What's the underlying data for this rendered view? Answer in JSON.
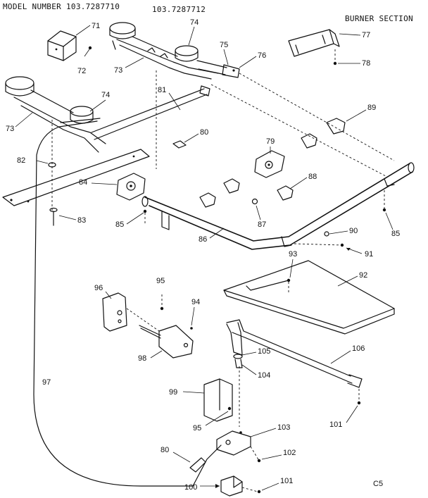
{
  "header": {
    "model_label": "MODEL NUMBER 103.7287710",
    "model_alt": "103.7287712",
    "section_title": "BURNER SECTION",
    "footer_code": "C5"
  },
  "callouts": {
    "p71": "71",
    "p72": "72",
    "p73a": "73",
    "p73b": "73",
    "p74a": "74",
    "p74b": "74",
    "p75": "75",
    "p76": "76",
    "p77": "77",
    "p78": "78",
    "p79": "79",
    "p80a": "80",
    "p80b": "80",
    "p81": "81",
    "p82": "82",
    "p83": "83",
    "p84": "84",
    "p85a": "85",
    "p85b": "85",
    "p86": "86",
    "p87": "87",
    "p88": "88",
    "p89": "89",
    "p90": "90",
    "p91": "91",
    "p92": "92",
    "p93": "93",
    "p94": "94",
    "p95a": "95",
    "p95b": "95",
    "p96": "96",
    "p97": "97",
    "p98": "98",
    "p99": "99",
    "p100": "100",
    "p101a": "101",
    "p101b": "101",
    "p102": "102",
    "p103": "103",
    "p104": "104",
    "p105": "105",
    "p106": "106"
  }
}
